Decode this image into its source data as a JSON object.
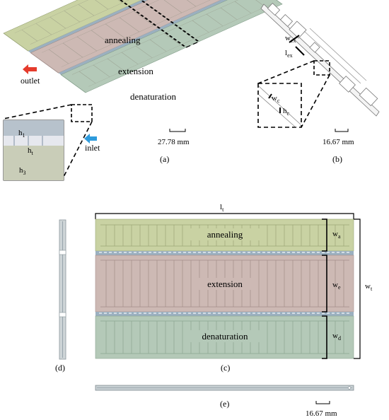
{
  "zones": {
    "annealing": "annealing",
    "extension": "extension",
    "denaturation": "denaturation",
    "colors": {
      "annealing": "#c9d2a3",
      "extension": "#cdb9b4",
      "denaturation": "#b4c9b8",
      "channel_a": "#b9c290",
      "channel_e": "#bca7a3",
      "channel_d": "#a5bba8",
      "separator": "#9bb0c0"
    }
  },
  "flow": {
    "outlet": "outlet",
    "inlet": "inlet",
    "outlet_color": "#e53b2c",
    "inlet_color": "#2e9bdc"
  },
  "panel_a": {
    "caption": "(a)",
    "scale": "27.78 mm",
    "inset_dims": [
      {
        "main": "h",
        "sub": "1"
      },
      {
        "main": "h",
        "sub": "t"
      },
      {
        "main": "h",
        "sub": "3"
      }
    ]
  },
  "panel_b": {
    "caption": "(b)",
    "scale": "16.67 mm",
    "dims": {
      "w_ex": {
        "main": "w",
        "sub": "ex"
      },
      "l_ex": {
        "main": "l",
        "sub": "ex"
      },
      "w_c": {
        "main": "w",
        "sub": "c"
      },
      "h_c": {
        "main": "h",
        "sub": "c"
      }
    }
  },
  "panel_c": {
    "caption": "(c)",
    "dims": {
      "l_t": {
        "main": "l",
        "sub": "t"
      },
      "w_a": {
        "main": "w",
        "sub": "a"
      },
      "w_e": {
        "main": "w",
        "sub": "e"
      },
      "w_d": {
        "main": "w",
        "sub": "d"
      },
      "w_t": {
        "main": "w",
        "sub": "t"
      }
    }
  },
  "panel_d": {
    "caption": "(d)"
  },
  "panel_e": {
    "caption": "(e)",
    "scale": "16.67 mm"
  }
}
